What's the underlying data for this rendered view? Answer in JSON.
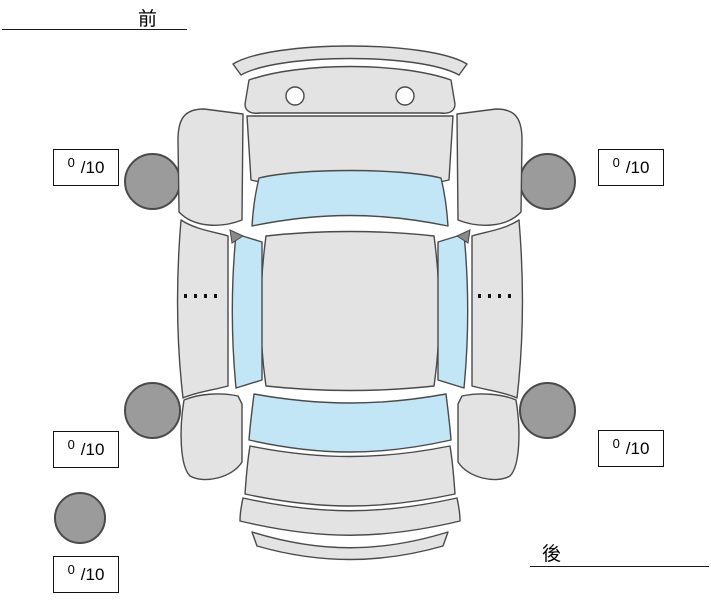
{
  "labels": {
    "front": "前",
    "rear": "後"
  },
  "tire_scores": {
    "front_left": {
      "value": "0",
      "max": "/10"
    },
    "front_right": {
      "value": "0",
      "max": "/10"
    },
    "rear_left": {
      "value": "0",
      "max": "/10"
    },
    "rear_right": {
      "value": "0",
      "max": "/10"
    },
    "spare": {
      "value": "0",
      "max": "/10"
    }
  },
  "colors": {
    "car_body": "#e3e3e4",
    "glass": "#c2e6f6",
    "tire": "#9b9b9b",
    "outline": "#4a4a4a"
  }
}
